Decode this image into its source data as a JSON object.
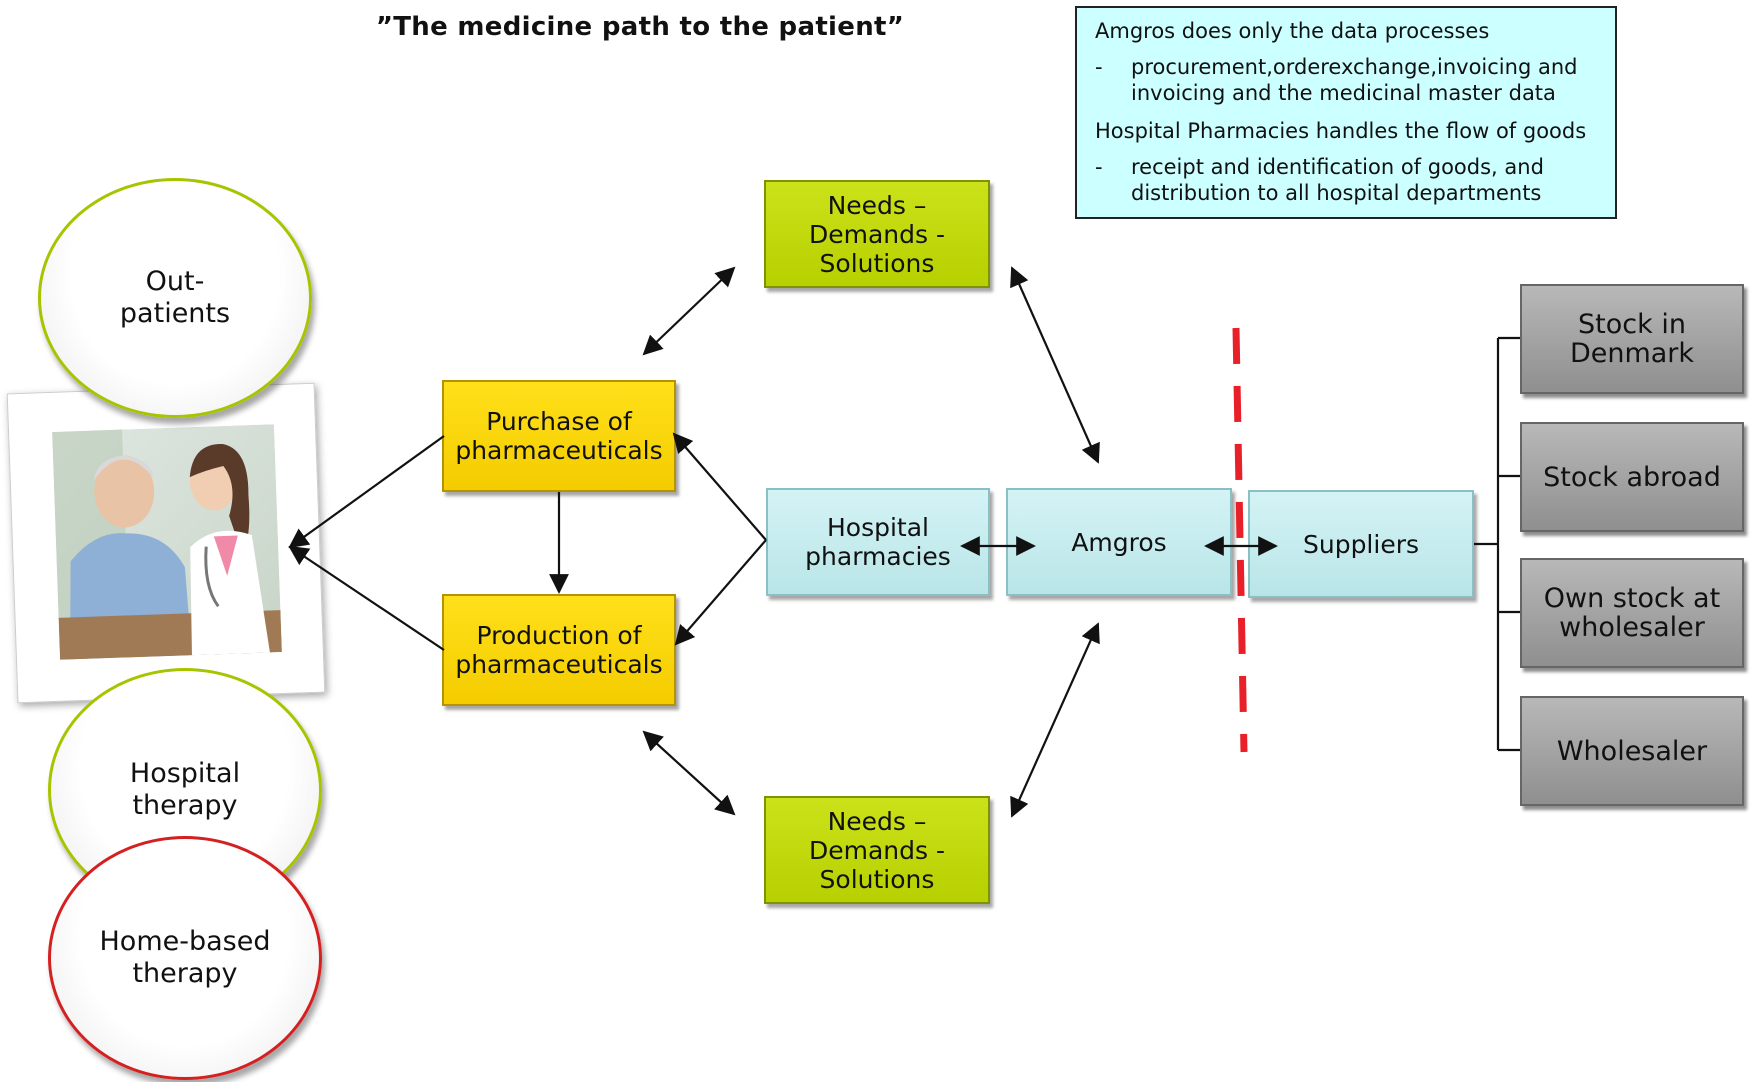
{
  "title": "”The medicine path to the patient”",
  "info_box": {
    "para1": "Amgros does only the data processes",
    "bullet1": "procurement,orderexchange,invoicing and invoicing and the medicinal master data",
    "para2": "Hospital Pharmacies handles the flow of goods",
    "bullet2": "receipt and identification of goods, and distribution to all hospital departments",
    "dash": "-"
  },
  "patients": {
    "outpatients": "Out-\npatients",
    "hospital_therapy": "Hospital\ntherapy",
    "home_therapy": "Home-based\ntherapy"
  },
  "boxes": {
    "purchase": "Purchase of pharmaceuticals",
    "production": "Production of pharmaceuticals",
    "needs_top": "Needs –\nDemands -\nSolutions",
    "needs_bottom": "Needs –\nDemands -\nSolutions",
    "hospital_pharmacies": "Hospital pharmacies",
    "amgros": "Amgros",
    "suppliers": "Suppliers"
  },
  "stock": [
    "Stock in Denmark",
    "Stock abroad",
    "Own stock at wholesaler",
    "Wholesaler"
  ],
  "colors": {
    "yellow": "#f4cc00",
    "green": "#b7d000",
    "cyan": "#ccffff",
    "gray": "#a0a0a0",
    "divider_red": "#e8202a"
  }
}
